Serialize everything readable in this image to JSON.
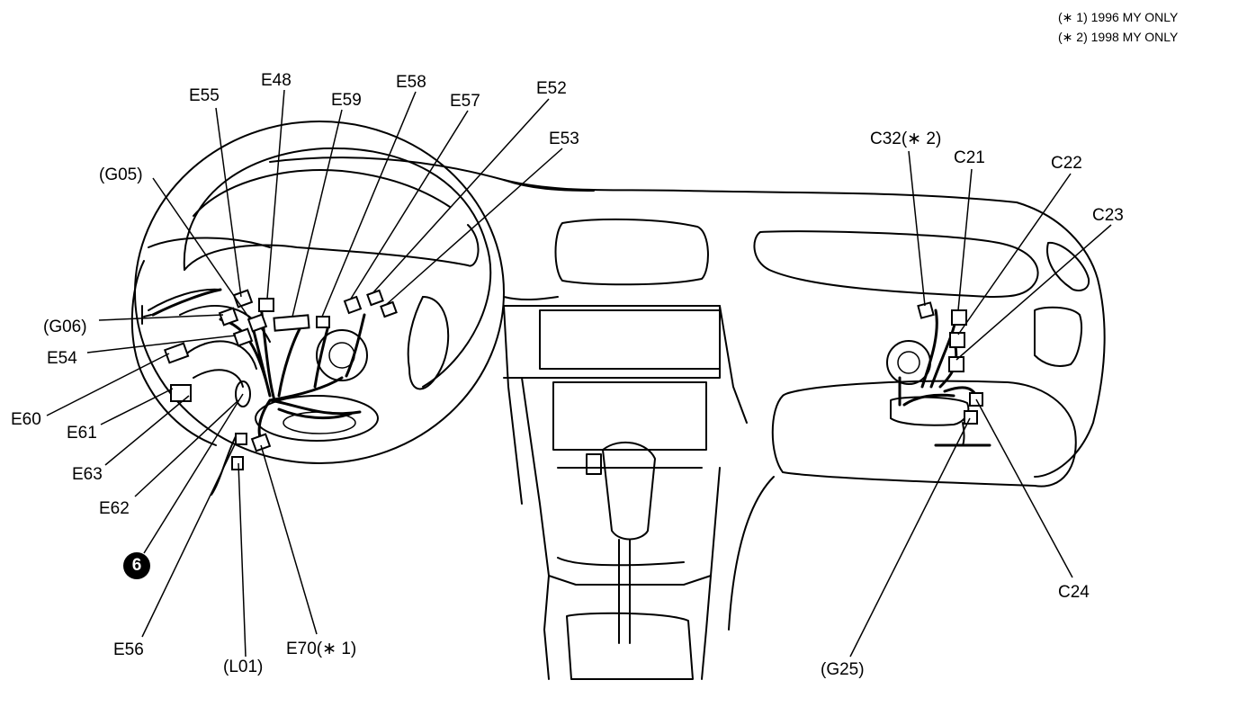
{
  "notes": [
    "(∗ 1) 1996 MY ONLY",
    "(∗ 2) 1998 MY ONLY"
  ],
  "labels": {
    "E55": "E55",
    "E48": "E48",
    "E59": "E59",
    "E58": "E58",
    "E57": "E57",
    "E52": "E52",
    "E53": "E53",
    "G05": "(G05)",
    "G06": "(G06)",
    "E54": "E54",
    "E60": "E60",
    "E61": "E61",
    "E63": "E63",
    "E62": "E62",
    "E56": "E56",
    "L01": "(L01)",
    "E70": "E70(∗ 1)",
    "C32": "C32(∗ 2)",
    "C21": "C21",
    "C22": "C22",
    "C23": "C23",
    "C24": "C24",
    "G25": "(G25)"
  },
  "badge": "6"
}
